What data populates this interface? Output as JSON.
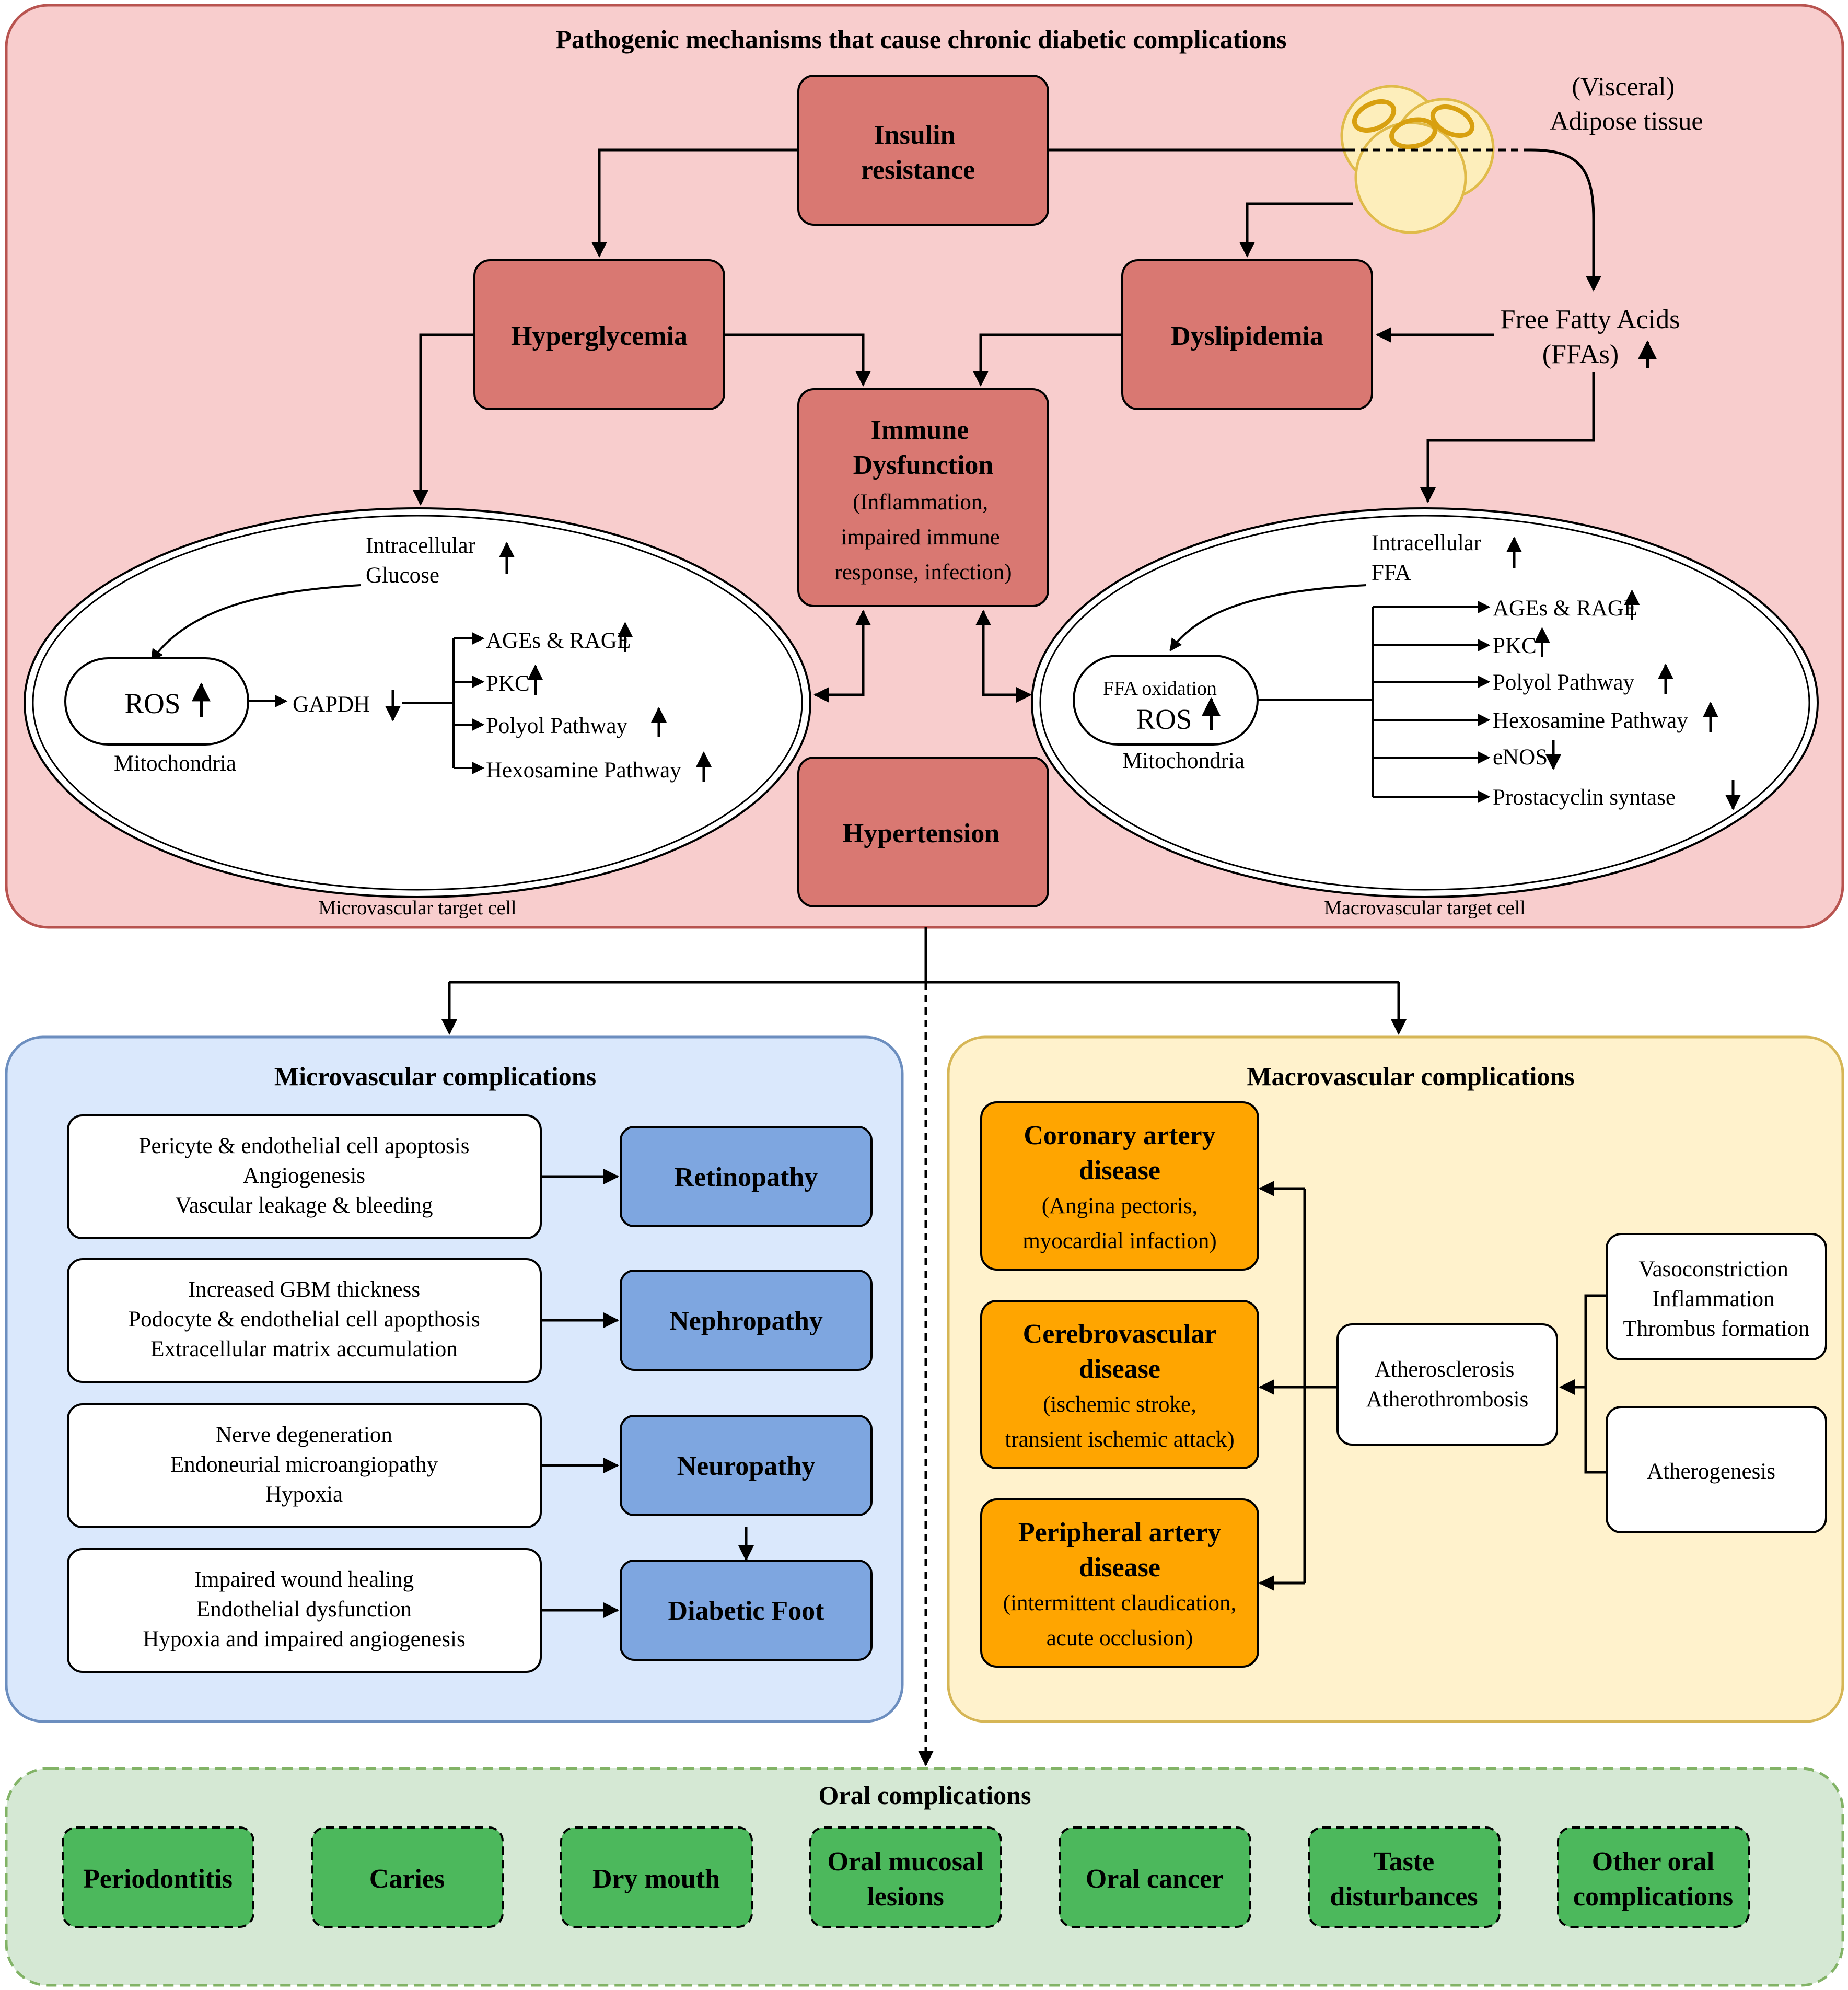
{
  "top": {
    "title": "Pathogenic mechanisms that cause chronic diabetic complications",
    "insulin_resistance": [
      "Insulin",
      "resistance"
    ],
    "adipose": [
      "(Visceral)",
      "Adipose tissue"
    ],
    "hyperglycemia": "Hyperglycemia",
    "dyslipidemia": "Dyslipidemia",
    "ffa": [
      "Free Fatty Acids",
      "(FFAs)"
    ],
    "immune": {
      "title": [
        "Immune",
        "Dysfunction"
      ],
      "detail": [
        "(Inflammation,",
        "impaired immune",
        "response, infection)"
      ]
    },
    "hypertension": "Hypertension",
    "micro_cell": {
      "caption": "Microvascular target cell",
      "intracellular": [
        "Intracellular",
        "Glucose"
      ],
      "ros": "ROS",
      "mitochondria": "Mitochondria",
      "gapdh": "GAPDH",
      "outputs": [
        {
          "label": "AGEs & RAGE",
          "dir": "up"
        },
        {
          "label": "PKC",
          "dir": "up"
        },
        {
          "label": "Polyol Pathway",
          "dir": "up"
        },
        {
          "label": "Hexosamine Pathway",
          "dir": "up"
        }
      ]
    },
    "macro_cell": {
      "caption": "Macrovascular target cell",
      "intracellular": [
        "Intracellular",
        "FFA"
      ],
      "ffa_oxidation": "FFA oxidation",
      "ros": "ROS",
      "mitochondria": "Mitochondria",
      "outputs": [
        {
          "label": "AGEs & RAGE",
          "dir": "up"
        },
        {
          "label": "PKC",
          "dir": "up"
        },
        {
          "label": "Polyol Pathway",
          "dir": "up"
        },
        {
          "label": "Hexosamine Pathway",
          "dir": "up"
        },
        {
          "label": "eNOS",
          "dir": "down"
        },
        {
          "label": "Prostacyclin syntase",
          "dir": "down"
        }
      ]
    }
  },
  "micro": {
    "title": "Microvascular complications",
    "rows": [
      {
        "causes": [
          "Pericyte & endothelial cell apoptosis",
          "Angiogenesis",
          "Vascular leakage & bleeding"
        ],
        "outcome": "Retinopathy"
      },
      {
        "causes": [
          "Increased GBM thickness",
          "Podocyte & endothelial cell apopthosis",
          "Extracellular matrix accumulation"
        ],
        "outcome": "Nephropathy"
      },
      {
        "causes": [
          "Nerve degeneration",
          "Endoneurial microangiopathy",
          "Hypoxia"
        ],
        "outcome": "Neuropathy"
      },
      {
        "causes": [
          "Impaired wound healing",
          "Endothelial dysfunction",
          "Hypoxia and impaired angiogenesis"
        ],
        "outcome": "Diabetic Foot"
      }
    ]
  },
  "macro": {
    "title": "Macrovascular complications",
    "diseases": [
      {
        "name": [
          "Coronary artery",
          "disease"
        ],
        "detail": [
          "(Angina pectoris,",
          "myocardial infaction)"
        ]
      },
      {
        "name": [
          "Cerebrovascular",
          "disease"
        ],
        "detail": [
          "(ischemic stroke,",
          "transient ischemic attack)"
        ]
      },
      {
        "name": [
          "Peripheral artery",
          "disease"
        ],
        "detail": [
          "(intermittent claudication,",
          "acute occlusion)"
        ]
      }
    ],
    "athero": [
      "Atherosclerosis",
      "Atherothrombosis"
    ],
    "vaso": [
      "Vasoconstriction",
      "Inflammation",
      "Thrombus formation"
    ],
    "atherogenesis": "Atherogenesis"
  },
  "oral": {
    "title": "Oral complications",
    "items": [
      [
        "Periodontitis"
      ],
      [
        "Caries"
      ],
      [
        "Dry mouth"
      ],
      [
        "Oral mucosal",
        "lesions"
      ],
      [
        "Oral cancer"
      ],
      [
        "Taste",
        "disturbances"
      ],
      [
        "Other oral",
        "complications"
      ]
    ]
  },
  "colors": {
    "top_panel": "#f8cdcd",
    "top_border": "#b85450",
    "red_box": "#d97872",
    "micro_panel": "#dae8fc",
    "micro_border": "#6c8ebf",
    "blue_box": "#7ea6e0",
    "macro_panel": "#fff2cc",
    "macro_border": "#d6b656",
    "orange_box": "#ffa500",
    "oral_panel": "#d5e8d4",
    "oral_border": "#82b366",
    "green_box": "#4cb85c"
  }
}
